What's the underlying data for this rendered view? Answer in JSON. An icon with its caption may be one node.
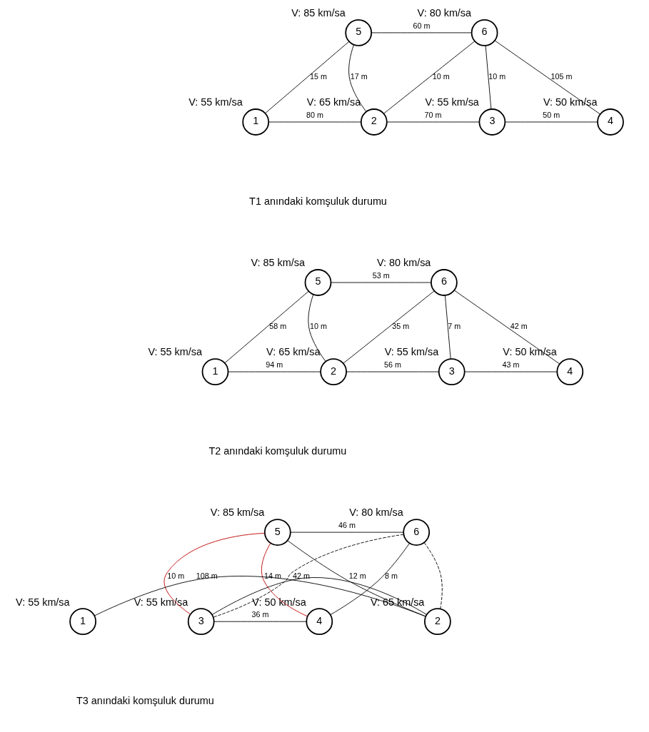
{
  "diagram": {
    "nodes": [
      {
        "text": [
          "5"
        ],
        "beside": [
          "V: 85 km/sa"
        ]
      },
      {
        "text": [
          "6"
        ],
        "beside": [
          "V: 80 km/sa"
        ]
      },
      {
        "text": [
          "1"
        ],
        "beside": [
          "V: 55 km/sa"
        ]
      },
      {
        "text": [
          "2"
        ],
        "beside": [
          "V: 65 km/sa"
        ]
      },
      {
        "text": [
          "3"
        ],
        "beside": [
          "V: 55 km/sa"
        ]
      },
      {
        "text": [
          "4"
        ],
        "beside": [
          "V: 50 km/sa"
        ]
      },
      {
        "text": [
          "5"
        ],
        "beside": [
          "V: 85 km/sa"
        ]
      },
      {
        "text": [
          "6"
        ],
        "beside": [
          "V: 80 km/sa"
        ]
      },
      {
        "text": [
          "1"
        ],
        "beside": [
          "V: 55 km/sa"
        ]
      },
      {
        "text": [
          "2"
        ],
        "beside": [
          "V: 65 km/sa"
        ]
      },
      {
        "text": [
          "3"
        ],
        "beside": [
          "V: 55 km/sa"
        ]
      },
      {
        "text": [
          "4"
        ],
        "beside": [
          "V: 50 km/sa"
        ]
      },
      {
        "text": [
          "5"
        ],
        "beside": [
          "V: 85 km/sa"
        ]
      },
      {
        "text": [
          "6"
        ],
        "beside": [
          "V: 80 km/sa"
        ]
      },
      {
        "text": [
          "1"
        ],
        "beside": [
          "V: 55 km/sa"
        ]
      },
      {
        "text": [
          "2"
        ],
        "beside": [
          "V: 65 km/sa"
        ]
      },
      {
        "text": [
          "3"
        ],
        "beside": [
          "V: 55 km/sa"
        ]
      },
      {
        "text": [
          "4"
        ],
        "beside": [
          "V: 50 km/sa"
        ]
      }
    ],
    "edges": [
      {
        "from": 0,
        "to": 2,
        "arrow": "none",
        "label": "15 m"
      },
      {
        "from": 0,
        "to": 1,
        "arrow": "none",
        "label": "60 m"
      },
      {
        "from": 0,
        "to": 3,
        "arrow": "none",
        "label": "17 m"
      },
      {
        "from": 1,
        "to": 3,
        "arrow": "none",
        "label": "10 m"
      },
      {
        "from": 1,
        "to": 4,
        "arrow": "none",
        "label": "10 m"
      },
      {
        "from": 1,
        "to": 5,
        "arrow": "none",
        "label": "105 m"
      },
      {
        "from": 2,
        "to": 3,
        "arrow": "none",
        "label": "80 m"
      },
      {
        "from": 3,
        "to": 4,
        "arrow": "none",
        "label": "70 m"
      },
      {
        "from": 4,
        "to": 5,
        "arrow": "none",
        "label": "50 m"
      },
      {
        "from": 6,
        "to": 8,
        "arrow": "none",
        "label": "58 m"
      },
      {
        "from": 6,
        "to": 7,
        "arrow": "none",
        "label": "53 m"
      },
      {
        "from": 6,
        "to": 9,
        "arrow": "none",
        "label": "10 m"
      },
      {
        "from": 7,
        "to": 9,
        "arrow": "none",
        "label": "35 m"
      },
      {
        "from": 7,
        "to": 10,
        "arrow": "none",
        "label": "7 m"
      },
      {
        "from": 7,
        "to": 11,
        "arrow": "none",
        "label": "42 m"
      },
      {
        "from": 8,
        "to": 9,
        "arrow": "none",
        "label": "94 m"
      },
      {
        "from": 9,
        "to": 10,
        "arrow": "none",
        "label": "56 m"
      },
      {
        "from": 10,
        "to": 11,
        "arrow": "none",
        "label": "43 m"
      },
      {
        "from": 12,
        "to": 13,
        "arrow": "none",
        "label": "46 m"
      },
      {
        "from": 12,
        "to": 15,
        "arrow": "none",
        "label": "12 m"
      },
      {
        "from": 12,
        "to": 16,
        "arrow": "none",
        "label": "10 m",
        "color": "#c00000"
      },
      {
        "from": 12,
        "to": 17,
        "arrow": "none",
        "label": "14 m",
        "color": "#c00000"
      },
      {
        "from": 13,
        "to": 15,
        "arrow": "none",
        "style": "dashed"
      },
      {
        "from": 13,
        "to": 16,
        "arrow": "none",
        "style": "dashed"
      },
      {
        "from": 13,
        "to": 17,
        "arrow": "none",
        "label": "8 m"
      },
      {
        "from": 14,
        "to": 15,
        "arrow": "none",
        "label": "108 m"
      },
      {
        "from": 15,
        "to": 16,
        "arrow": "none",
        "label": "42 m"
      },
      {
        "from": 16,
        "to": 17,
        "arrow": "none",
        "label": "36 m"
      }
    ],
    "labels": [
      "T1 anındaki komşuluk durumu",
      "T2 anındaki komşuluk durumu",
      "T3 anındaki komşuluk durumu"
    ]
  }
}
